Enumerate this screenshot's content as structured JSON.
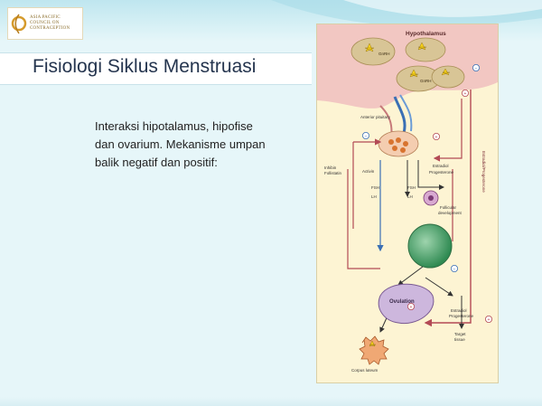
{
  "logo": {
    "line1": "Asia Pacific",
    "line2": "Council on",
    "line3": "Contraception"
  },
  "slide": {
    "title": "Fisiologi Siklus Menstruasi",
    "body_lines": [
      "Interaksi hipotalamus, hipofise",
      "dan ovarium. Mekanisme umpan",
      "balik negatif dan positif:"
    ]
  },
  "diagram": {
    "hypothalamus": "Hypothalamus",
    "gnrh1": "GnRH",
    "gnrh2": "GnRH",
    "anterior_pituitary": "Anterior pituitary",
    "inhibin": "Inhibin",
    "follistatin": "Follistatin",
    "activin": "Activin",
    "fsh1": "FSH",
    "lh1": "LH",
    "fsh2": "FSH",
    "lh2": "LH",
    "estradiol1": "Estradiol",
    "progesterone1": "Progesterone",
    "estradiol_progesterone_side": "Estradiol/Progesterone",
    "follicular": "Follicular",
    "development": "development",
    "ovulation": "Ovulation",
    "estradiol2": "Estradiol",
    "progesterone2": "Progesterone",
    "target": "Target",
    "tissue": "tissue",
    "corpus_luteum": "Corpus luteum",
    "plus": "+",
    "minus": "−"
  },
  "colors": {
    "title_text": "#24344e",
    "diagram_bg": "#fdf4d3",
    "brain": "#f2c7c2",
    "neuron_cell": "#d8c596",
    "feedback_red": "#b34a55",
    "hormone_blue": "#3a6fb4",
    "follicle_green": "#3f9a5f",
    "ovulation_purple": "#cdb7dd"
  }
}
